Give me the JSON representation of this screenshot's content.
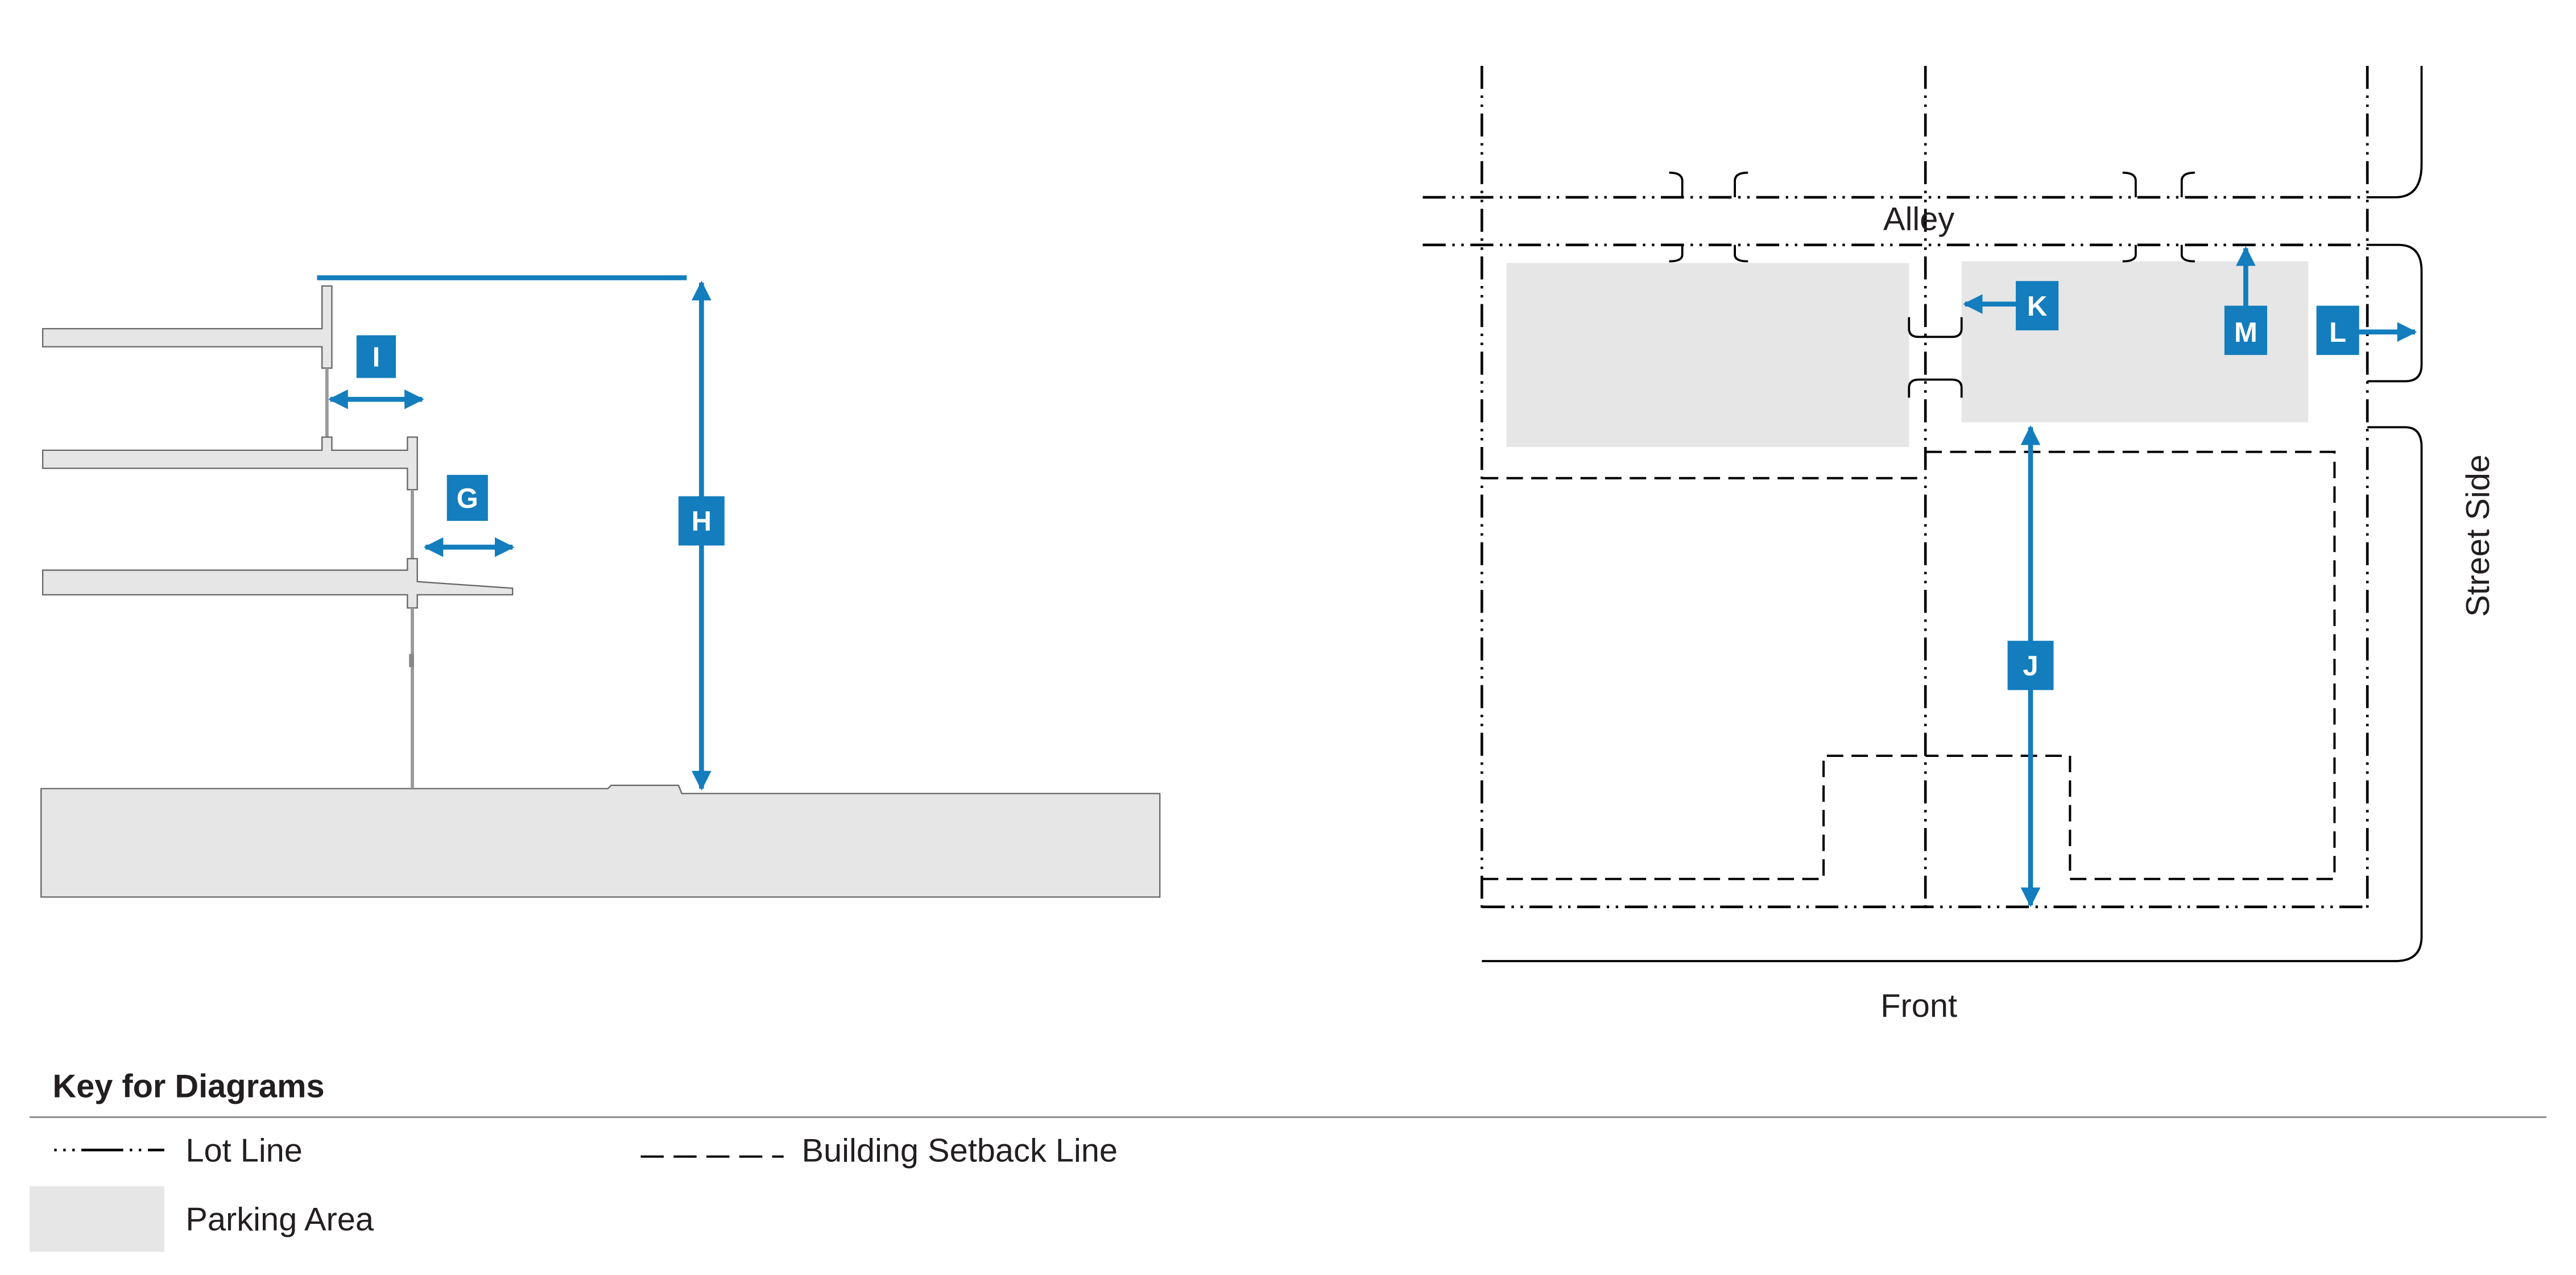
{
  "section_diagram": {
    "labels": {
      "H": "H",
      "I": "I",
      "G": "G"
    }
  },
  "site_plan": {
    "alley_label": "Alley",
    "front_label": "Front",
    "street_side_label": "Street Side",
    "labels": {
      "J": "J",
      "K": "K",
      "L": "L",
      "M": "M"
    }
  },
  "key": {
    "title": "Key for Diagrams",
    "lot_line": "Lot Line",
    "setback_line": "Building Setback Line",
    "parking_area": "Parking Area"
  },
  "colors": {
    "accent": "#137dbd",
    "parking": "#e6e6e6"
  }
}
